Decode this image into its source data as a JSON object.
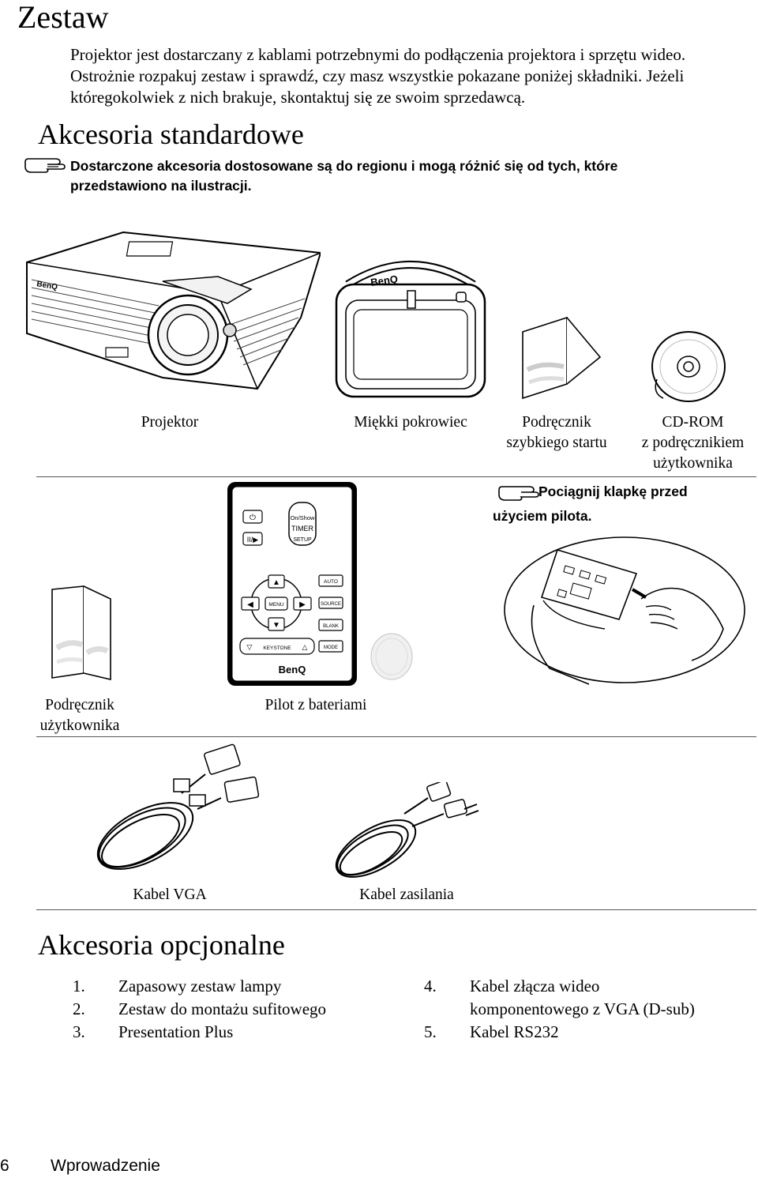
{
  "page": {
    "title": "Zestaw",
    "intro": "Projektor jest dostarczany z kablami potrzebnymi do podłączenia projektora i sprzętu wideo. Ostrożnie rozpakuj zestaw i sprawdź, czy masz wszystkie pokazane poniżej składniki. Jeżeli któregokolwiek z nich brakuje, skontaktuj się ze swoim sprzedawcą."
  },
  "standard": {
    "heading": "Akcesoria standardowe",
    "note": "Dostarczone akcesoria dostosowane są do regionu i mogą różnić się od tych, które przedstawiono na ilustracji.",
    "captions": {
      "projector": "Projektor",
      "case": "Miękki pokrowiec",
      "quick_line1": "Podręcznik",
      "quick_line2": "szybkiego startu",
      "cd_line1": "CD-ROM",
      "cd_line2": "z podręcznikiem",
      "cd_line3": "użytkownika",
      "manual_line1": "Podręcznik",
      "manual_line2": "użytkownika",
      "remote": "Pilot z bateriami",
      "vga": "Kabel VGA",
      "power": "Kabel zasilania"
    },
    "remote_note_line1": "Pociągnij klapkę przed",
    "remote_note_line2": "użyciem pilota.",
    "remote_labels": {
      "onshow": "On/Show",
      "timer": "TIMER",
      "setup": "SETUP",
      "auto": "AUTO",
      "menu": "MENU",
      "source": "SOURCE",
      "blank": "BLANK",
      "keystone": "KEYSTONE",
      "mode": "MODE",
      "brand": "BenQ"
    },
    "projector_brand": "BenQ"
  },
  "optional": {
    "heading": "Akcesoria opcjonalne",
    "items_left": [
      {
        "num": "1.",
        "text": "Zapasowy zestaw lampy"
      },
      {
        "num": "2.",
        "text": "Zestaw do montażu sufitowego"
      },
      {
        "num": "3.",
        "text": "Presentation Plus"
      }
    ],
    "items_right": [
      {
        "num": "4.",
        "text_line1": "Kabel złącza wideo",
        "text_line2": "komponentowego z VGA (D-sub)"
      },
      {
        "num": "5.",
        "text": "Kabel RS232"
      }
    ]
  },
  "footer": {
    "page_number": "6",
    "section": "Wprowadzenie"
  }
}
